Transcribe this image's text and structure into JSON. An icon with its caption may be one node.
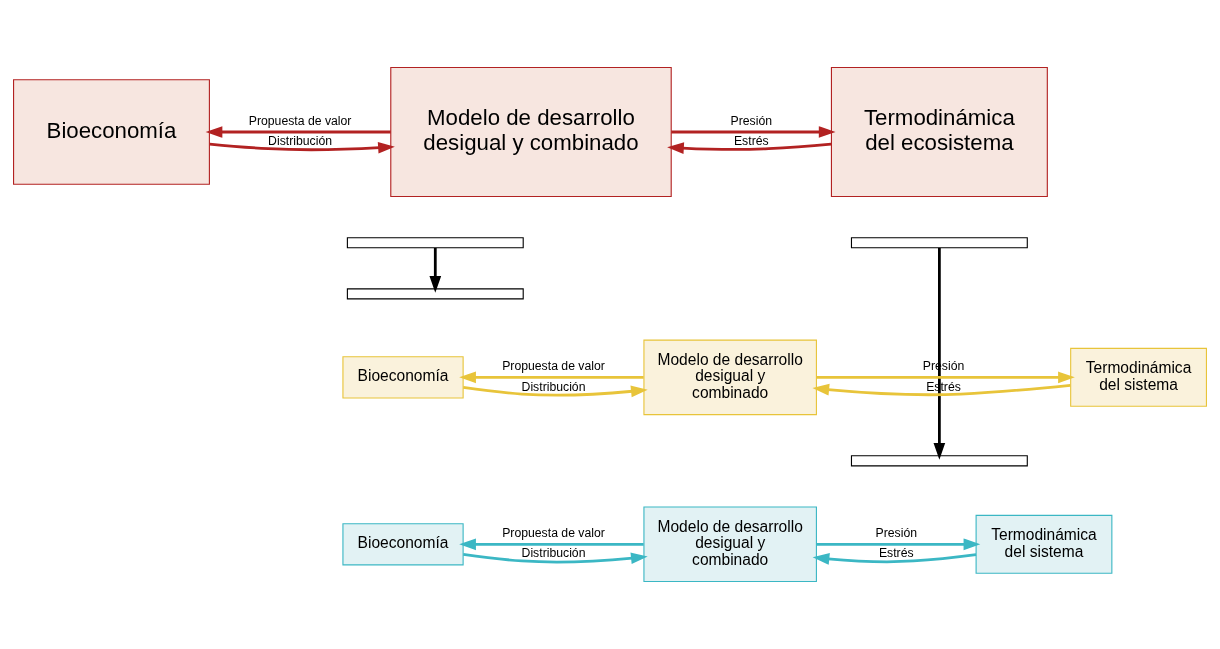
{
  "diagram": {
    "nodes": [
      {
        "text": [
          "Bioeconomía"
        ]
      },
      {
        "text": [
          "Modelo de desarrollo desigual y combinado"
        ]
      },
      {
        "text": [
          "Termodinámica del ecosistema"
        ]
      },
      {
        "text": [],
        "shape": "bracket"
      },
      {
        "text": [],
        "shape": "bracket"
      },
      {
        "text": [],
        "shape": "bracket"
      },
      {
        "text": [
          "Bioeconomía"
        ]
      },
      {
        "text": [
          "Modelo de desarrollo desigual y combinado"
        ]
      },
      {
        "text": [
          "Termodinámica del sistema"
        ]
      },
      {
        "text": [],
        "shape": "bracket"
      },
      {
        "text": [
          "Bioeconomía"
        ]
      },
      {
        "text": [
          "Modelo de desarrollo desigual y combinado"
        ]
      },
      {
        "text": [
          "Termodinámica del sistema"
        ]
      }
    ],
    "edges": [
      {
        "from": 0,
        "to": 1,
        "arrow": "to",
        "label": "Distribución",
        "color": "#b22222"
      },
      {
        "from": 1,
        "to": 0,
        "arrow": "to",
        "label": "Propuesta de valor",
        "color": "#b22222"
      },
      {
        "from": 1,
        "to": 2,
        "arrow": "to",
        "label": "Presión",
        "color": "#b22222"
      },
      {
        "from": 2,
        "to": 1,
        "arrow": "to",
        "label": "Estrés",
        "color": "#b22222"
      },
      {
        "from": 3,
        "to": 5,
        "arrow": "to",
        "color": "#000000"
      },
      {
        "from": 4,
        "to": 9,
        "arrow": "to",
        "color": "#000000"
      },
      {
        "from": 6,
        "to": 7,
        "arrow": "to",
        "label": "Distribución",
        "color": "#e8c43a"
      },
      {
        "from": 7,
        "to": 6,
        "arrow": "to",
        "label": "Propuesta de valor",
        "color": "#e8c43a"
      },
      {
        "from": 7,
        "to": 8,
        "arrow": "to",
        "label": "Presión",
        "color": "#e8c43a"
      },
      {
        "from": 8,
        "to": 7,
        "arrow": "to",
        "label": "Estrés",
        "color": "#e8c43a"
      },
      {
        "from": 10,
        "to": 11,
        "arrow": "to",
        "label": "Distribución",
        "color": "#3bb7c4"
      },
      {
        "from": 11,
        "to": 10,
        "arrow": "to",
        "label": "Propuesta de valor",
        "color": "#3bb7c4"
      },
      {
        "from": 11,
        "to": 12,
        "arrow": "to",
        "label": "Presión",
        "color": "#3bb7c4"
      },
      {
        "from": 12,
        "to": 11,
        "arrow": "to",
        "label": "Estrés",
        "color": "#3bb7c4"
      }
    ]
  }
}
